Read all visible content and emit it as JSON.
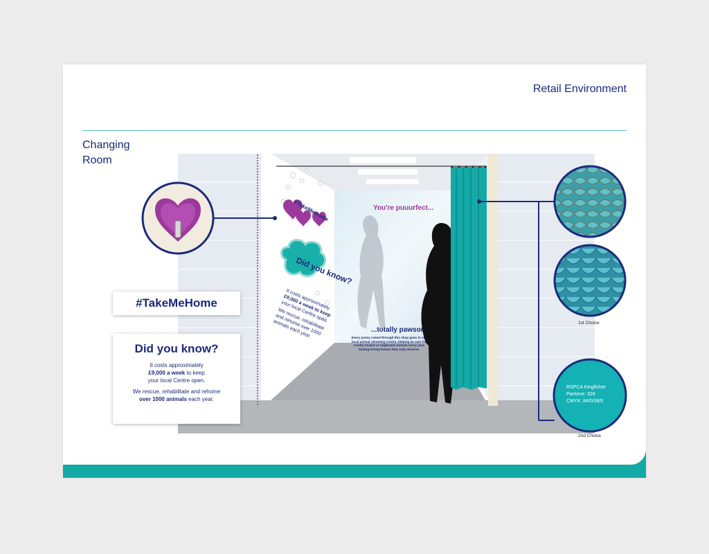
{
  "header": {
    "section_title": "Retail Environment"
  },
  "page": {
    "heading": "Changing Room"
  },
  "room": {
    "mirror_text_top": "You're puuurfect...",
    "mirror_text_bottom": "...totally pawsom",
    "mirror_small_text": "Every penny raised through this shop goes to our local animal rehoming Centre, helping us care for cruelly treated or neglected animals every year, finding loving homes they truly deserve.",
    "wall_hashtag": "#TakeMeHome",
    "wall_dyk_title": "Did you know?",
    "wall_dyk_text": "It costs approximately £9,000 a week to keep your local Centre open. We rescue, rehabilitate and rehome over 1000 animals each year."
  },
  "hashtag_label": "#TakeMeHome",
  "did_you_know": {
    "title": "Did you know?",
    "line1": "It costs approximately",
    "line2_bold": "£9,000 a week",
    "line2_rest": " to keep",
    "line3": "your local Centre open.",
    "line4": "We rescue, rehabilitate and rehome",
    "line5_bold": "over 1000 animals",
    "line5_rest": " each year."
  },
  "swatches": {
    "first_caption": "1st Choice",
    "second_caption": "2nd Choice",
    "colour_name": "RSPCA Kingfisher",
    "pantone": "Pantone: 326",
    "cmyk": "CMYK: 84/0/38/0"
  },
  "colors": {
    "navy": "#1b2a7a",
    "teal": "#13aaa5",
    "kingfisher": "#14b1b5",
    "heart_purple": "#9c3a9c",
    "rule_teal": "#52c5c5"
  }
}
